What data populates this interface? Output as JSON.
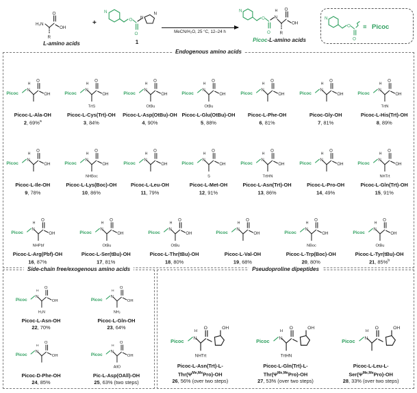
{
  "colors": {
    "accent_green": "#2e9f5e",
    "ink": "#1a1a1a"
  },
  "labels": {
    "sep": ", "
  },
  "atoms": {
    "picoc": "Picoc",
    "o": "O",
    "oh": "OH",
    "n": "N",
    "h": "H",
    "nh2": "H₂N",
    "r": "R"
  },
  "header": {
    "reactant_label": "L-amino acids",
    "plus": "+",
    "reagent_id": "1",
    "conditions": "MeCN/H₂O, 25 °C, 12–24 h",
    "product_green": "Picoc",
    "product_rest": "-L-amino acids",
    "legend_triple": "≡",
    "legend_picoc": "Picoc"
  },
  "sections": {
    "endogenous": "Endogenous amino acids",
    "sidechain": "Side-chain free/exogenous amino acids",
    "pseudo": "Pseudoproline dipeptides"
  },
  "endo": [
    {
      "name": "Picoc-L-Ala-OH",
      "id": "2",
      "yield": "69%",
      "note": "a"
    },
    {
      "name": "Picoc-L-Cys(Trt)-OH",
      "id": "3",
      "yield": "84%",
      "tag": "TrtS"
    },
    {
      "name": "Picoc-L-Asp(OtBu)-OH",
      "id": "4",
      "yield": "90%",
      "tag": "OtBu"
    },
    {
      "name": "Picoc-L-Glu(OtBu)-OH",
      "id": "5",
      "yield": "88%",
      "tag": "OtBu"
    },
    {
      "name": "Picoc-L-Phe-OH",
      "id": "6",
      "yield": "81%"
    },
    {
      "name": "Picoc-Gly-OH",
      "id": "7",
      "yield": "81%"
    },
    {
      "name": "Picoc-L-His(Trt)-OH",
      "id": "8",
      "yield": "89%",
      "tag": "TrtN"
    },
    {
      "name": "Picoc-L-Ile-OH",
      "id": "9",
      "yield": "78%"
    },
    {
      "name": "Picoc-L-Lys(Boc)-OH",
      "id": "10",
      "yield": "86%",
      "tag": "NHBoc"
    },
    {
      "name": "Picoc-L-Leu-OH",
      "id": "11",
      "yield": "79%"
    },
    {
      "name": "Picoc-L-Met-OH",
      "id": "12",
      "yield": "91%",
      "tag": "S"
    },
    {
      "name": "Picoc-L-Asn(Trt)-OH",
      "id": "13",
      "yield": "86%",
      "tag": "TrtHN"
    },
    {
      "name": "Picoc-L-Pro-OH",
      "id": "14",
      "yield": "49%"
    },
    {
      "name": "Picoc-L-Gln(Trt)-OH",
      "id": "15",
      "yield": "91%",
      "tag": "NHTrt"
    },
    {
      "name": "Picoc-L-Arg(Pbf)-OH",
      "id": "16",
      "yield": "87%",
      "tag": "NHPbf"
    },
    {
      "name": "Picoc-L-Ser(tBu)-OH",
      "id": "17",
      "yield": "81%",
      "tag": "OtBu"
    },
    {
      "name": "Picoc-L-Thr(tBu)-OH",
      "id": "18",
      "yield": "80%",
      "tag": "OtBu"
    },
    {
      "name": "Picoc-L-Val-OH",
      "id": "19",
      "yield": "68%"
    },
    {
      "name": "Picoc-L-Trp(Boc)-OH",
      "id": "20",
      "yield": "80%",
      "tag": "NBoc"
    },
    {
      "name": "Picoc-L-Tyr(tBu)-OH",
      "id": "21",
      "yield": "85%",
      "note": "b",
      "tag": "OtBu"
    }
  ],
  "side": [
    {
      "name": "Picoc-L-Asn-OH",
      "id": "22",
      "yield": "70%",
      "tag": "H₂N"
    },
    {
      "name": "Picoc-L-Gln-OH",
      "id": "23",
      "yield": "64%",
      "tag": "NH₂"
    },
    {
      "name": "Picoc-D-Phe-OH",
      "id": "24",
      "yield": "85%"
    },
    {
      "name": "Pic-L-Asp(OAll)-OH",
      "id": "25",
      "yield": "63% (two steps)",
      "tag": "AllO"
    }
  ],
  "pseudo": [
    {
      "line1": "Picoc-L-Asn(Trt)-L-",
      "l2pre": "Thr(Ψ",
      "l2sup": "Me,Me",
      "l2post": "Pro)-OH",
      "id": "26",
      "yield": "56% (over two steps)",
      "tag": "NHTrt"
    },
    {
      "line1": "Picoc-L-Gln(Trt)-L-",
      "l2pre": "Thr(Ψ",
      "l2sup": "Me,Me",
      "l2post": "Pro)-OH",
      "id": "27",
      "yield": "53% (over two steps)",
      "tag": "TrtHN"
    },
    {
      "line1": "Picoc-L-Leu-L-",
      "l2pre": "Ser(Ψ",
      "l2sup": "Me,Me",
      "l2post": "Pro)-OH",
      "id": "28",
      "yield": "33% (over two steps)"
    }
  ]
}
